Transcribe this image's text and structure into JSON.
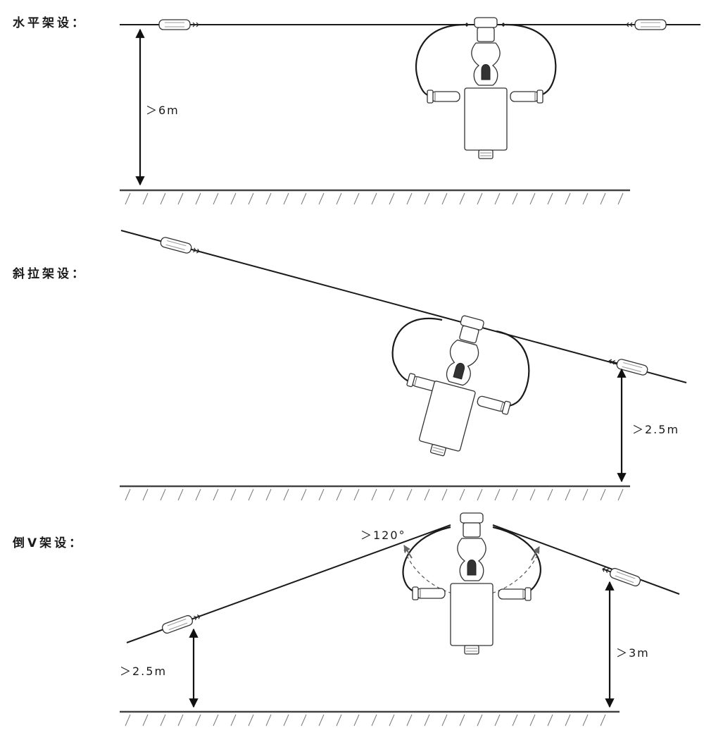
{
  "sections": [
    {
      "title": "水平架设：",
      "height": "＞6m"
    },
    {
      "title": "斜拉架设：",
      "height": "＞2.5m"
    },
    {
      "title": "倒V架设：",
      "left_height": "＞2.5m",
      "right_height": "＞3m",
      "angle": "＞120°"
    }
  ]
}
